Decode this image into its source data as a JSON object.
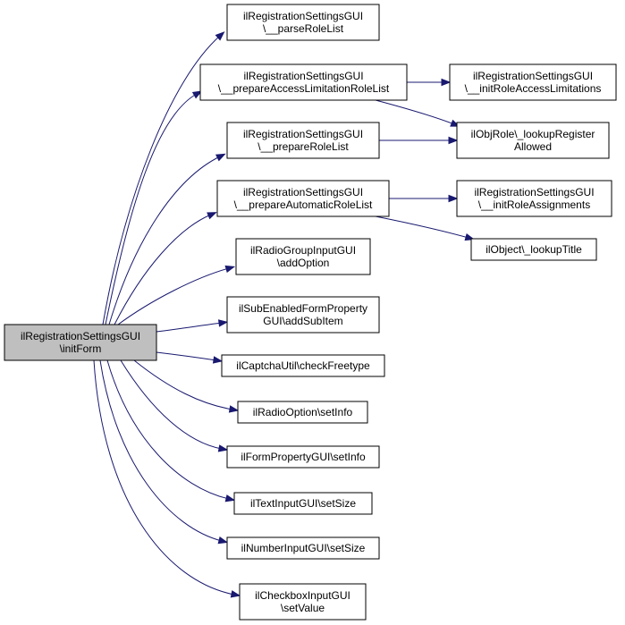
{
  "nodes": [
    {
      "id": "root",
      "lines": [
        "ilRegistrationSettingsGUI",
        "\\initForm"
      ],
      "root": true
    },
    {
      "id": "parseRoleList",
      "lines": [
        "ilRegistrationSettingsGUI",
        "\\__parseRoleList"
      ]
    },
    {
      "id": "prepareAccessLimitationRoleList",
      "lines": [
        "ilRegistrationSettingsGUI",
        "\\__prepareAccessLimitationRoleList"
      ]
    },
    {
      "id": "initRoleAccessLimitations",
      "lines": [
        "ilRegistrationSettingsGUI",
        "\\__initRoleAccessLimitations"
      ]
    },
    {
      "id": "prepareRoleList",
      "lines": [
        "ilRegistrationSettingsGUI",
        "\\__prepareRoleList"
      ]
    },
    {
      "id": "lookupRegisterAllowed",
      "lines": [
        "ilObjRole\\_lookupRegister",
        "Allowed"
      ]
    },
    {
      "id": "prepareAutomaticRoleList",
      "lines": [
        "ilRegistrationSettingsGUI",
        "\\__prepareAutomaticRoleList"
      ]
    },
    {
      "id": "initRoleAssignments",
      "lines": [
        "ilRegistrationSettingsGUI",
        "\\__initRoleAssignments"
      ]
    },
    {
      "id": "lookupTitle",
      "lines": [
        "ilObject\\_lookupTitle"
      ]
    },
    {
      "id": "addOption",
      "lines": [
        "ilRadioGroupInputGUI",
        "\\addOption"
      ]
    },
    {
      "id": "addSubItem",
      "lines": [
        "ilSubEnabledFormProperty",
        "GUI\\addSubItem"
      ]
    },
    {
      "id": "checkFreetype",
      "lines": [
        "ilCaptchaUtil\\checkFreetype"
      ]
    },
    {
      "id": "radioSetInfo",
      "lines": [
        "ilRadioOption\\setInfo"
      ]
    },
    {
      "id": "formSetInfo",
      "lines": [
        "ilFormPropertyGUI\\setInfo"
      ]
    },
    {
      "id": "textSetSize",
      "lines": [
        "ilTextInputGUI\\setSize"
      ]
    },
    {
      "id": "numberSetSize",
      "lines": [
        "ilNumberInputGUI\\setSize"
      ]
    },
    {
      "id": "checkboxSetValue",
      "lines": [
        "ilCheckboxInputGUI",
        "\\setValue"
      ]
    }
  ],
  "edges": [
    [
      "root",
      "parseRoleList"
    ],
    [
      "root",
      "prepareAccessLimitationRoleList"
    ],
    [
      "root",
      "prepareRoleList"
    ],
    [
      "root",
      "prepareAutomaticRoleList"
    ],
    [
      "root",
      "addOption"
    ],
    [
      "root",
      "addSubItem"
    ],
    [
      "root",
      "checkFreetype"
    ],
    [
      "root",
      "radioSetInfo"
    ],
    [
      "root",
      "formSetInfo"
    ],
    [
      "root",
      "textSetSize"
    ],
    [
      "root",
      "numberSetSize"
    ],
    [
      "root",
      "checkboxSetValue"
    ],
    [
      "prepareAccessLimitationRoleList",
      "initRoleAccessLimitations"
    ],
    [
      "prepareAccessLimitationRoleList",
      "lookupRegisterAllowed"
    ],
    [
      "prepareRoleList",
      "lookupRegisterAllowed"
    ],
    [
      "prepareAutomaticRoleList",
      "initRoleAssignments"
    ],
    [
      "prepareAutomaticRoleList",
      "lookupTitle"
    ]
  ],
  "colors": {
    "edge": "#191970",
    "root_fill": "#bfbfbf",
    "node_fill": "#ffffff",
    "border": "#000000"
  }
}
